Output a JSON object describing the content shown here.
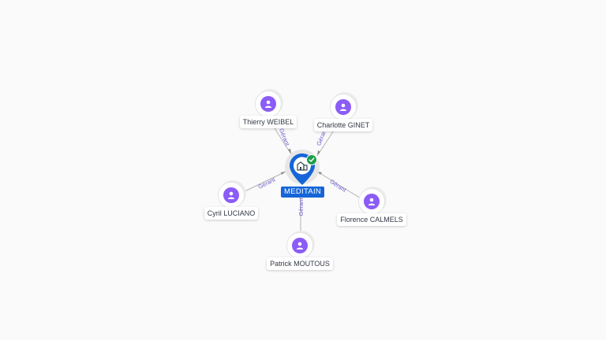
{
  "company": {
    "name": "MEDITAIN",
    "icon": "building-icon",
    "badge_icon": "check-icon",
    "pin_color": "#1565d8",
    "badge_color": "#1e9e4a"
  },
  "people": [
    {
      "name": "Thierry WEIBEL",
      "relation": "Gérant"
    },
    {
      "name": "Charlotte GINET",
      "relation": "Gérant"
    },
    {
      "name": "Cyril LUCIANO",
      "relation": "Gérant"
    },
    {
      "name": "Florence CALMELS",
      "relation": "Gérant"
    },
    {
      "name": "Patrick MOUTOUS",
      "relation": "Gérant"
    }
  ],
  "colors": {
    "avatar": "#8b5cf6",
    "edge": "#b3b3b3",
    "edge_label": "#6b5fd0"
  }
}
